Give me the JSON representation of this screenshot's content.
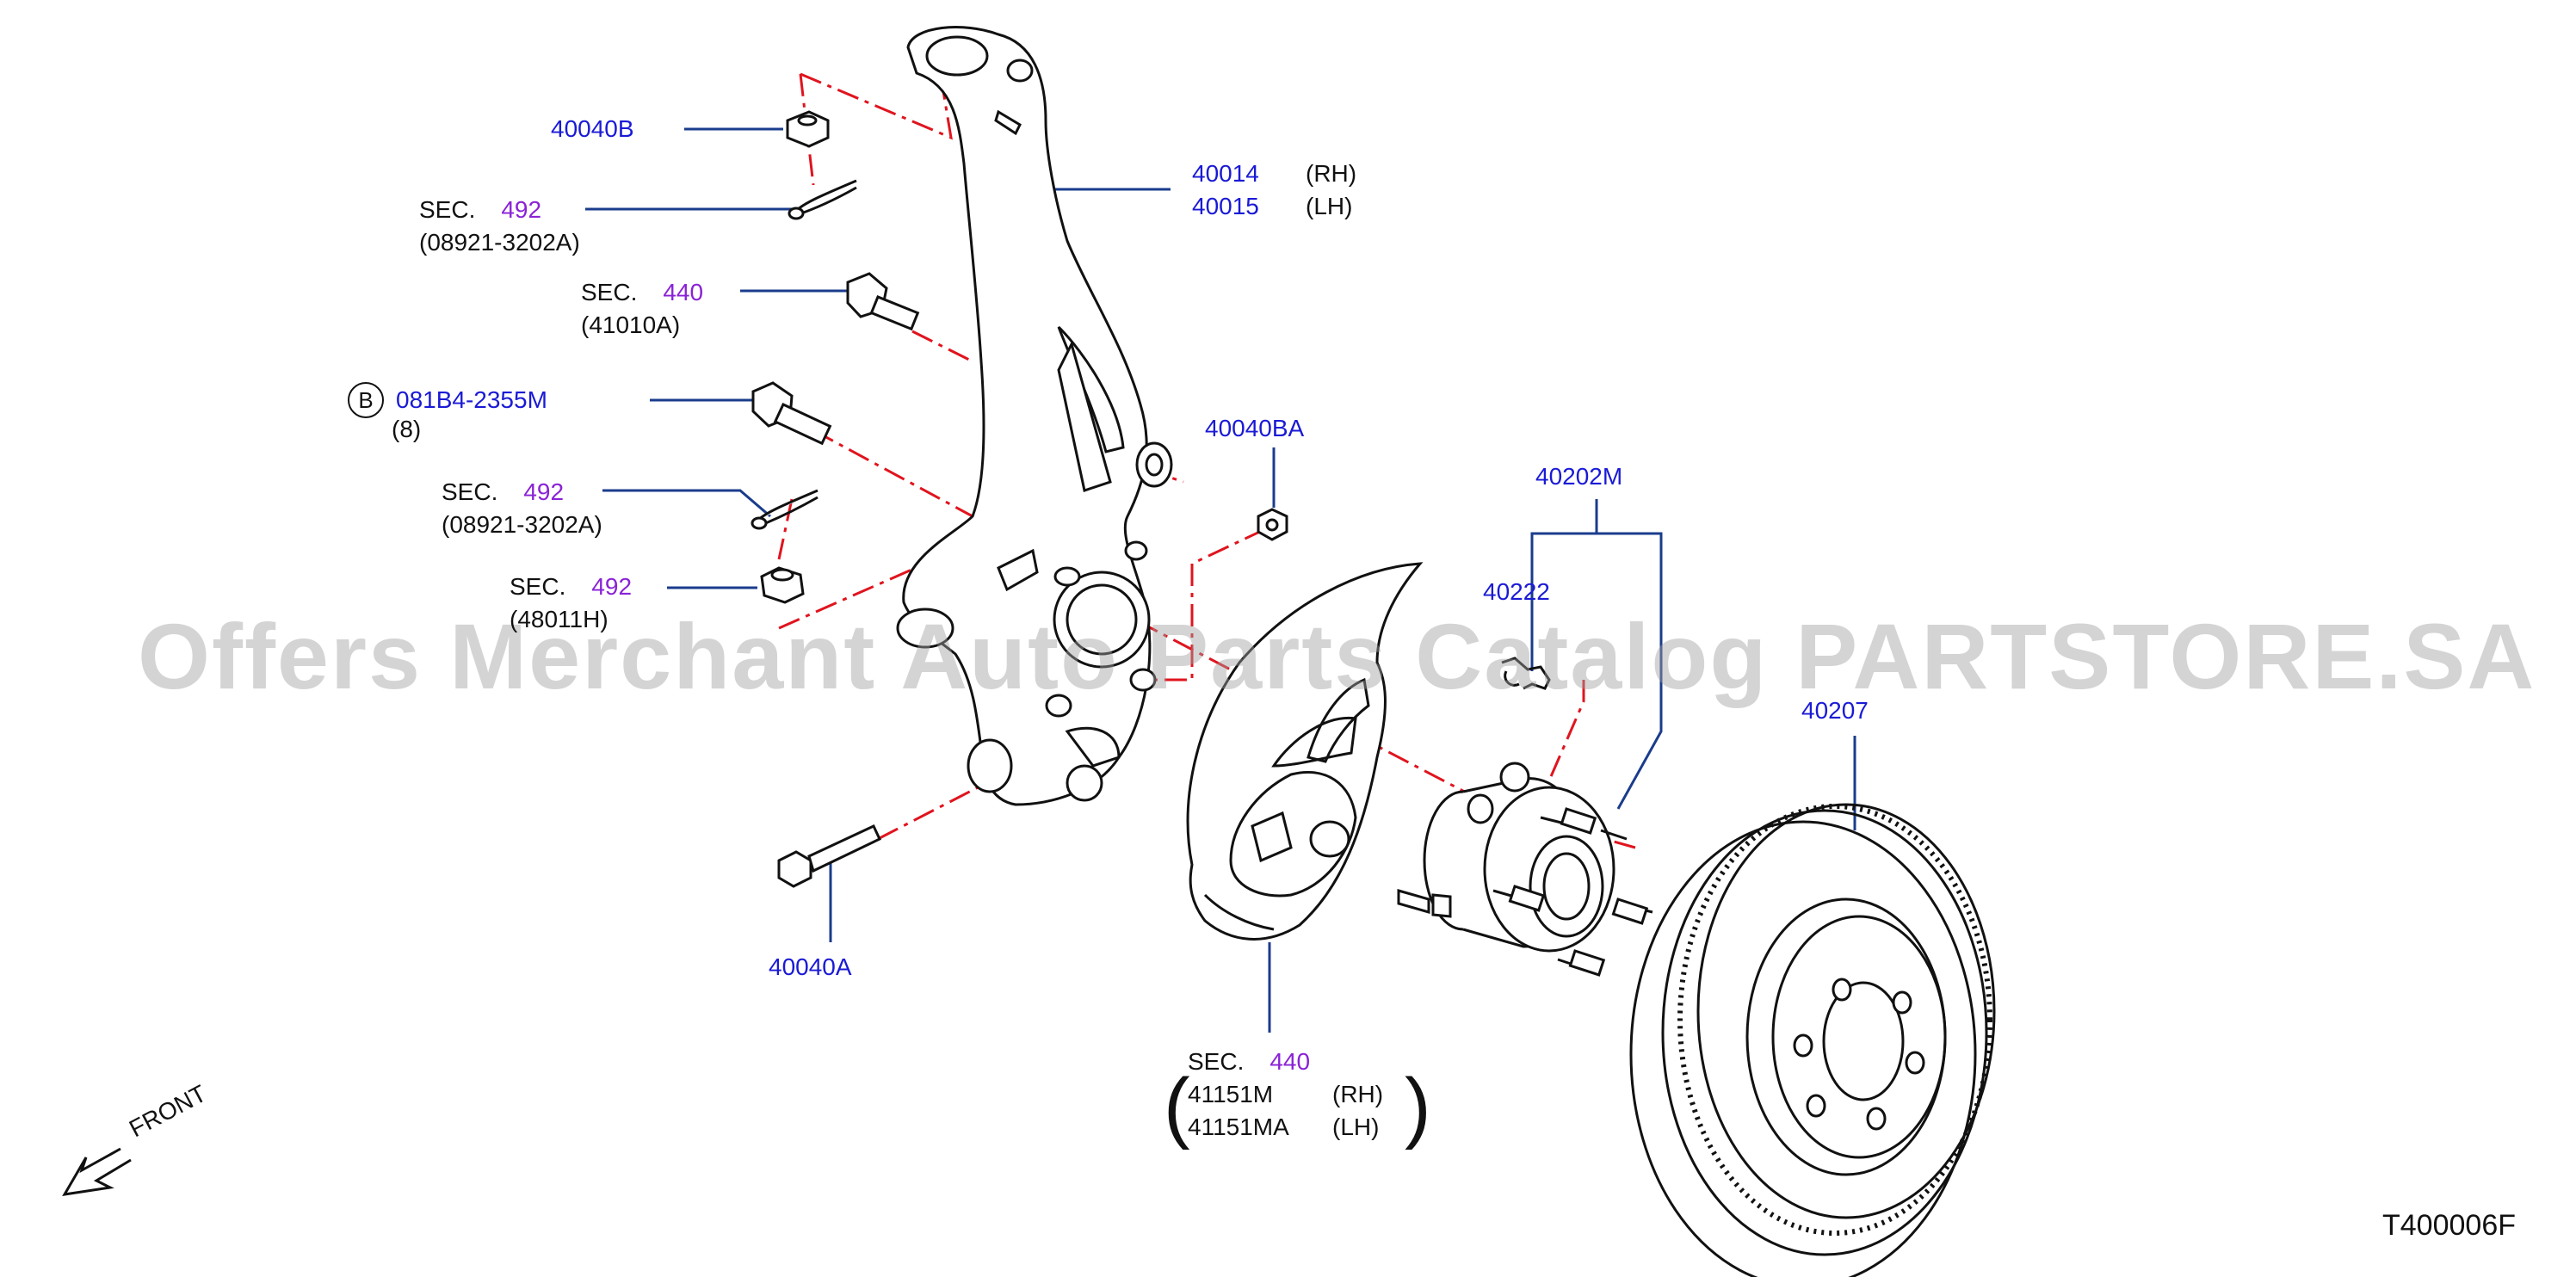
{
  "watermark": "Offers Merchant Auto Parts Catalog PARTSTORE.SA",
  "figure_code": "T400006F",
  "front_label": "FRONT",
  "labels": {
    "p40040B": "40040B",
    "sec_word": "SEC.",
    "sec492": "492",
    "sec440": "440",
    "c08921": "(08921-3202A)",
    "c41010A": "(41010A)",
    "b_circle": "B",
    "p081B4": "081B4-2355M",
    "qty8": "(8)",
    "c48011H": "(48011H)",
    "p40014": "40014",
    "p40015": "40015",
    "rh": "(RH)",
    "lh": "(LH)",
    "p40040BA": "40040BA",
    "p40202M": "40202M",
    "p40222": "40222",
    "p40207": "40207",
    "p40040A": "40040A",
    "p41151M": "41151M",
    "p41151MA": "41151MA"
  },
  "colors": {
    "part_number": "#1a1ad6",
    "section_number": "#8a22d6",
    "leader_line": "#1a3c8c",
    "dash_line": "#e0141e",
    "outline": "#111111"
  }
}
